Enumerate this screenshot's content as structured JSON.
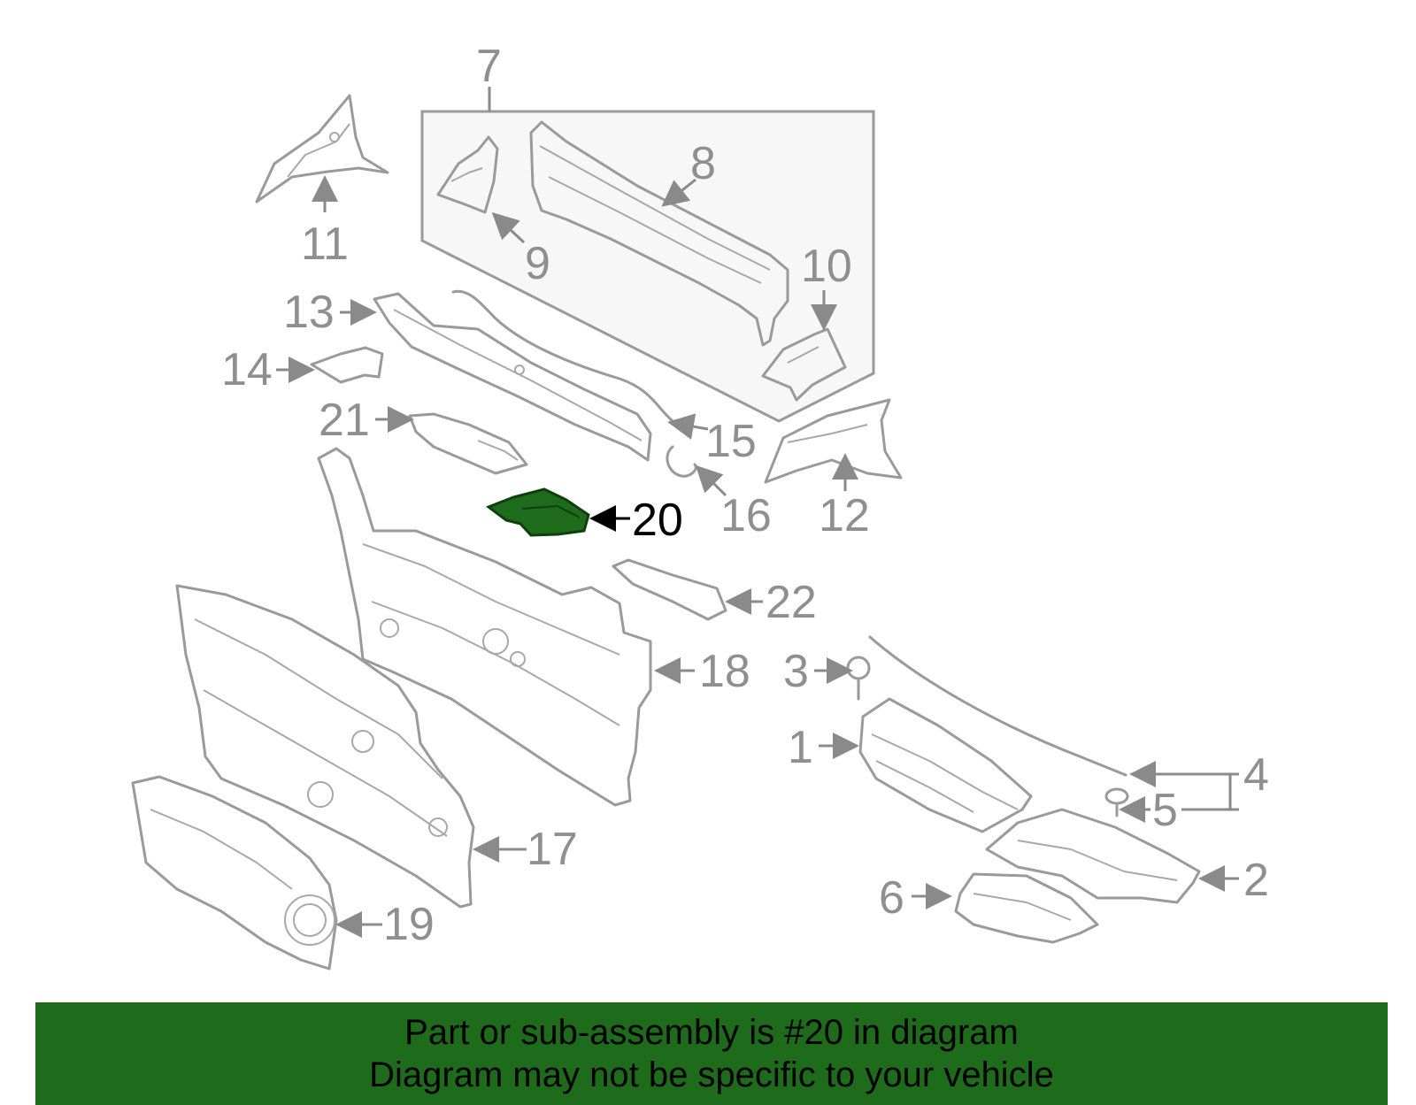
{
  "diagram": {
    "callouts": [
      "1",
      "2",
      "3",
      "4",
      "5",
      "6",
      "7",
      "8",
      "9",
      "10",
      "11",
      "12",
      "13",
      "14",
      "15",
      "16",
      "17",
      "18",
      "19",
      "20",
      "21",
      "22"
    ],
    "highlighted_part": "20",
    "highlight_color": "#1d6b1b",
    "line_color": "#9a9a9a"
  },
  "banner": {
    "line1": "Part or sub-assembly is #20 in diagram",
    "line2": "Diagram may not be specific to your vehicle",
    "background": "#1d6b1b"
  }
}
